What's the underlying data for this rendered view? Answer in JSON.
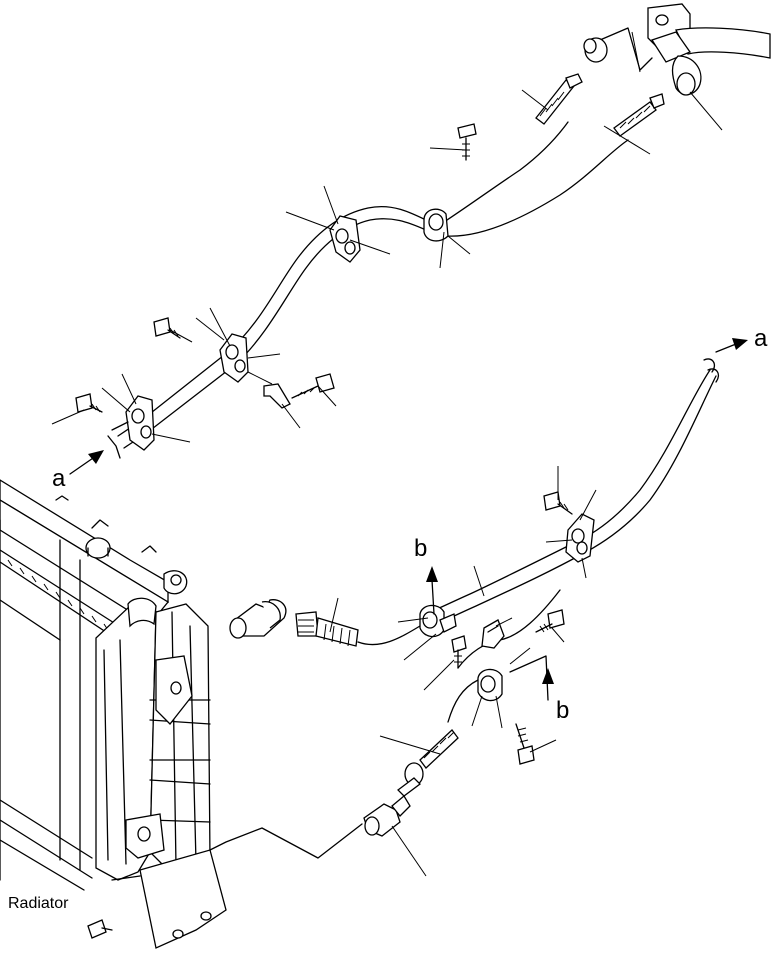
{
  "labels": {
    "a_upper": "a",
    "a_lower": "a",
    "b_upper": "b",
    "b_lower": "b",
    "radiator": "Radiator"
  },
  "icons": {
    "arrow_a_upper": "arrow-icon",
    "arrow_a_lower": "arrow-icon",
    "arrow_b_upper": "arrow-icon",
    "arrow_b_lower": "arrow-icon"
  },
  "colors": {
    "ink": "#000000",
    "paper": "#ffffff"
  }
}
